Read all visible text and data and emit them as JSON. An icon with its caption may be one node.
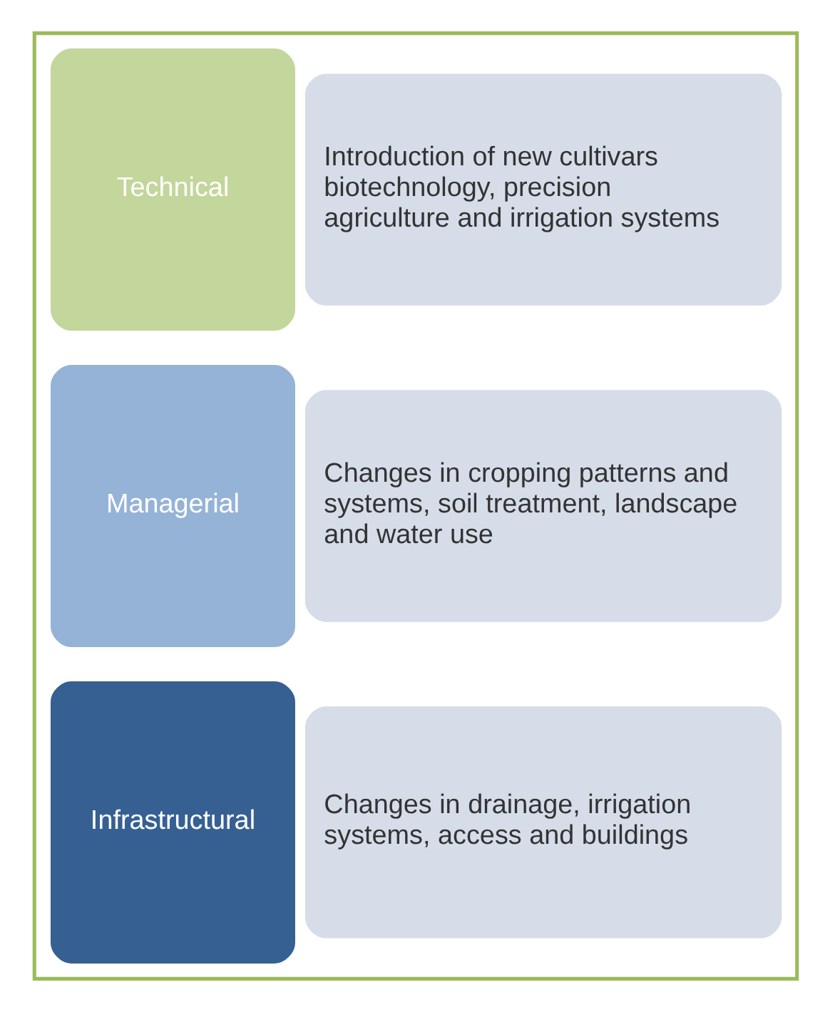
{
  "diagram": {
    "nodes": [
      {
        "text": [],
        "shape": "box"
      },
      {
        "text": [
          "Technical"
        ],
        "in": 0
      },
      {
        "text": [
          "Introduction of new cultivars biotechnology, precision agriculture and irrigation systems"
        ],
        "in": 0
      },
      {
        "text": [
          "Managerial"
        ],
        "in": 0
      },
      {
        "text": [
          "Changes in cropping patterns and systems, soil treatment, landscape and water use"
        ],
        "in": 0
      },
      {
        "text": [
          "Infrastructural"
        ],
        "in": 0
      },
      {
        "text": [
          "Changes in drainage, irrigation systems, access and buildings"
        ],
        "in": 0
      }
    ]
  }
}
